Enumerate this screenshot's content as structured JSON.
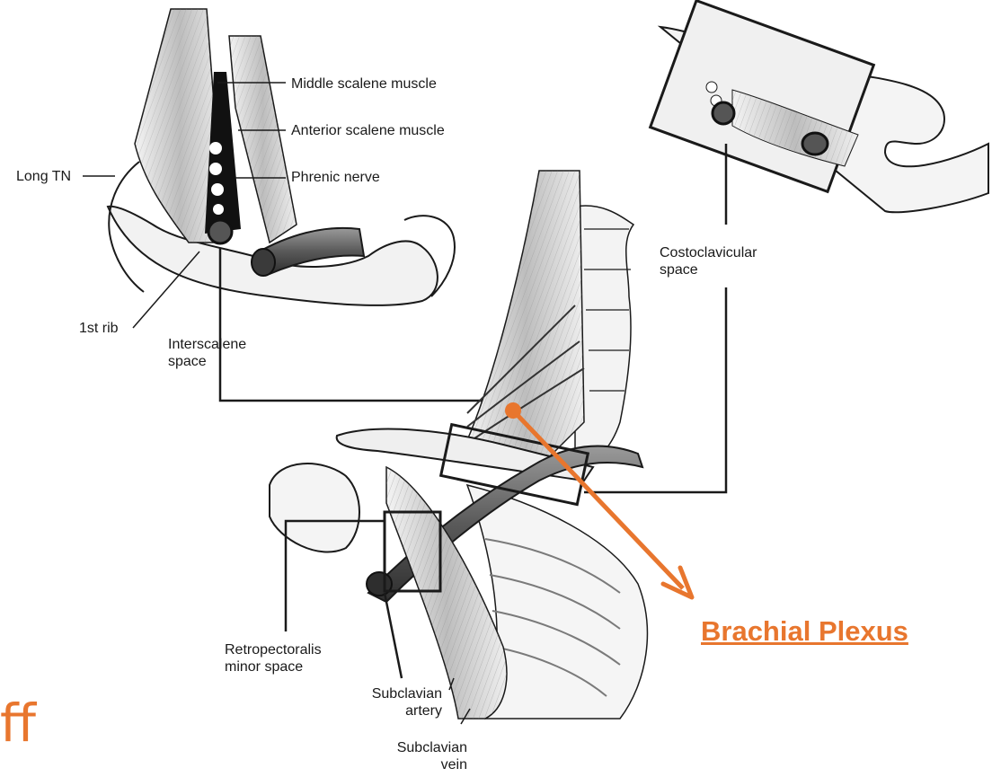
{
  "colors": {
    "accent": "#e8762e",
    "ink": "#1a1a1a"
  },
  "labels": {
    "middle_scalene": "Middle scalene muscle",
    "anterior_scalene": "Anterior scalene muscle",
    "phrenic_nerve": "Phrenic nerve",
    "long_tn": "Long TN",
    "first_rib": "1st rib",
    "interscalene_space": "Interscalene\nspace",
    "costoclavicular_space": "Costoclavicular\nspace",
    "retropectoralis_space": "Retropectoralis\nminor space",
    "subclavian_artery": "Subclavian\nartery",
    "subclavian_vein": "Subclavian\nvein"
  },
  "callout": {
    "text": "Brachial Plexus"
  },
  "slide_fragment": {
    "text": "ff"
  }
}
